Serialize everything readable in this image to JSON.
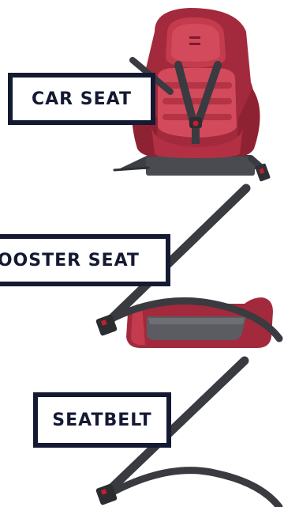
{
  "labels": {
    "car_seat": "CAR SEAT",
    "booster_seat": "BOOSTER SEAT",
    "seatbelt": "SEATBELT"
  },
  "colors": {
    "seat_red": "#a32a3c",
    "seat_red_light": "#d24a5c",
    "seat_red_dark": "#7d1c2b",
    "strap_gray": "#3a3b40",
    "buckle_red": "#c21f2f",
    "label_border": "#151a33",
    "background": "#ffffff"
  },
  "icons": [
    "car-seat-illustration",
    "booster-seat-illustration",
    "seatbelt-illustration"
  ]
}
